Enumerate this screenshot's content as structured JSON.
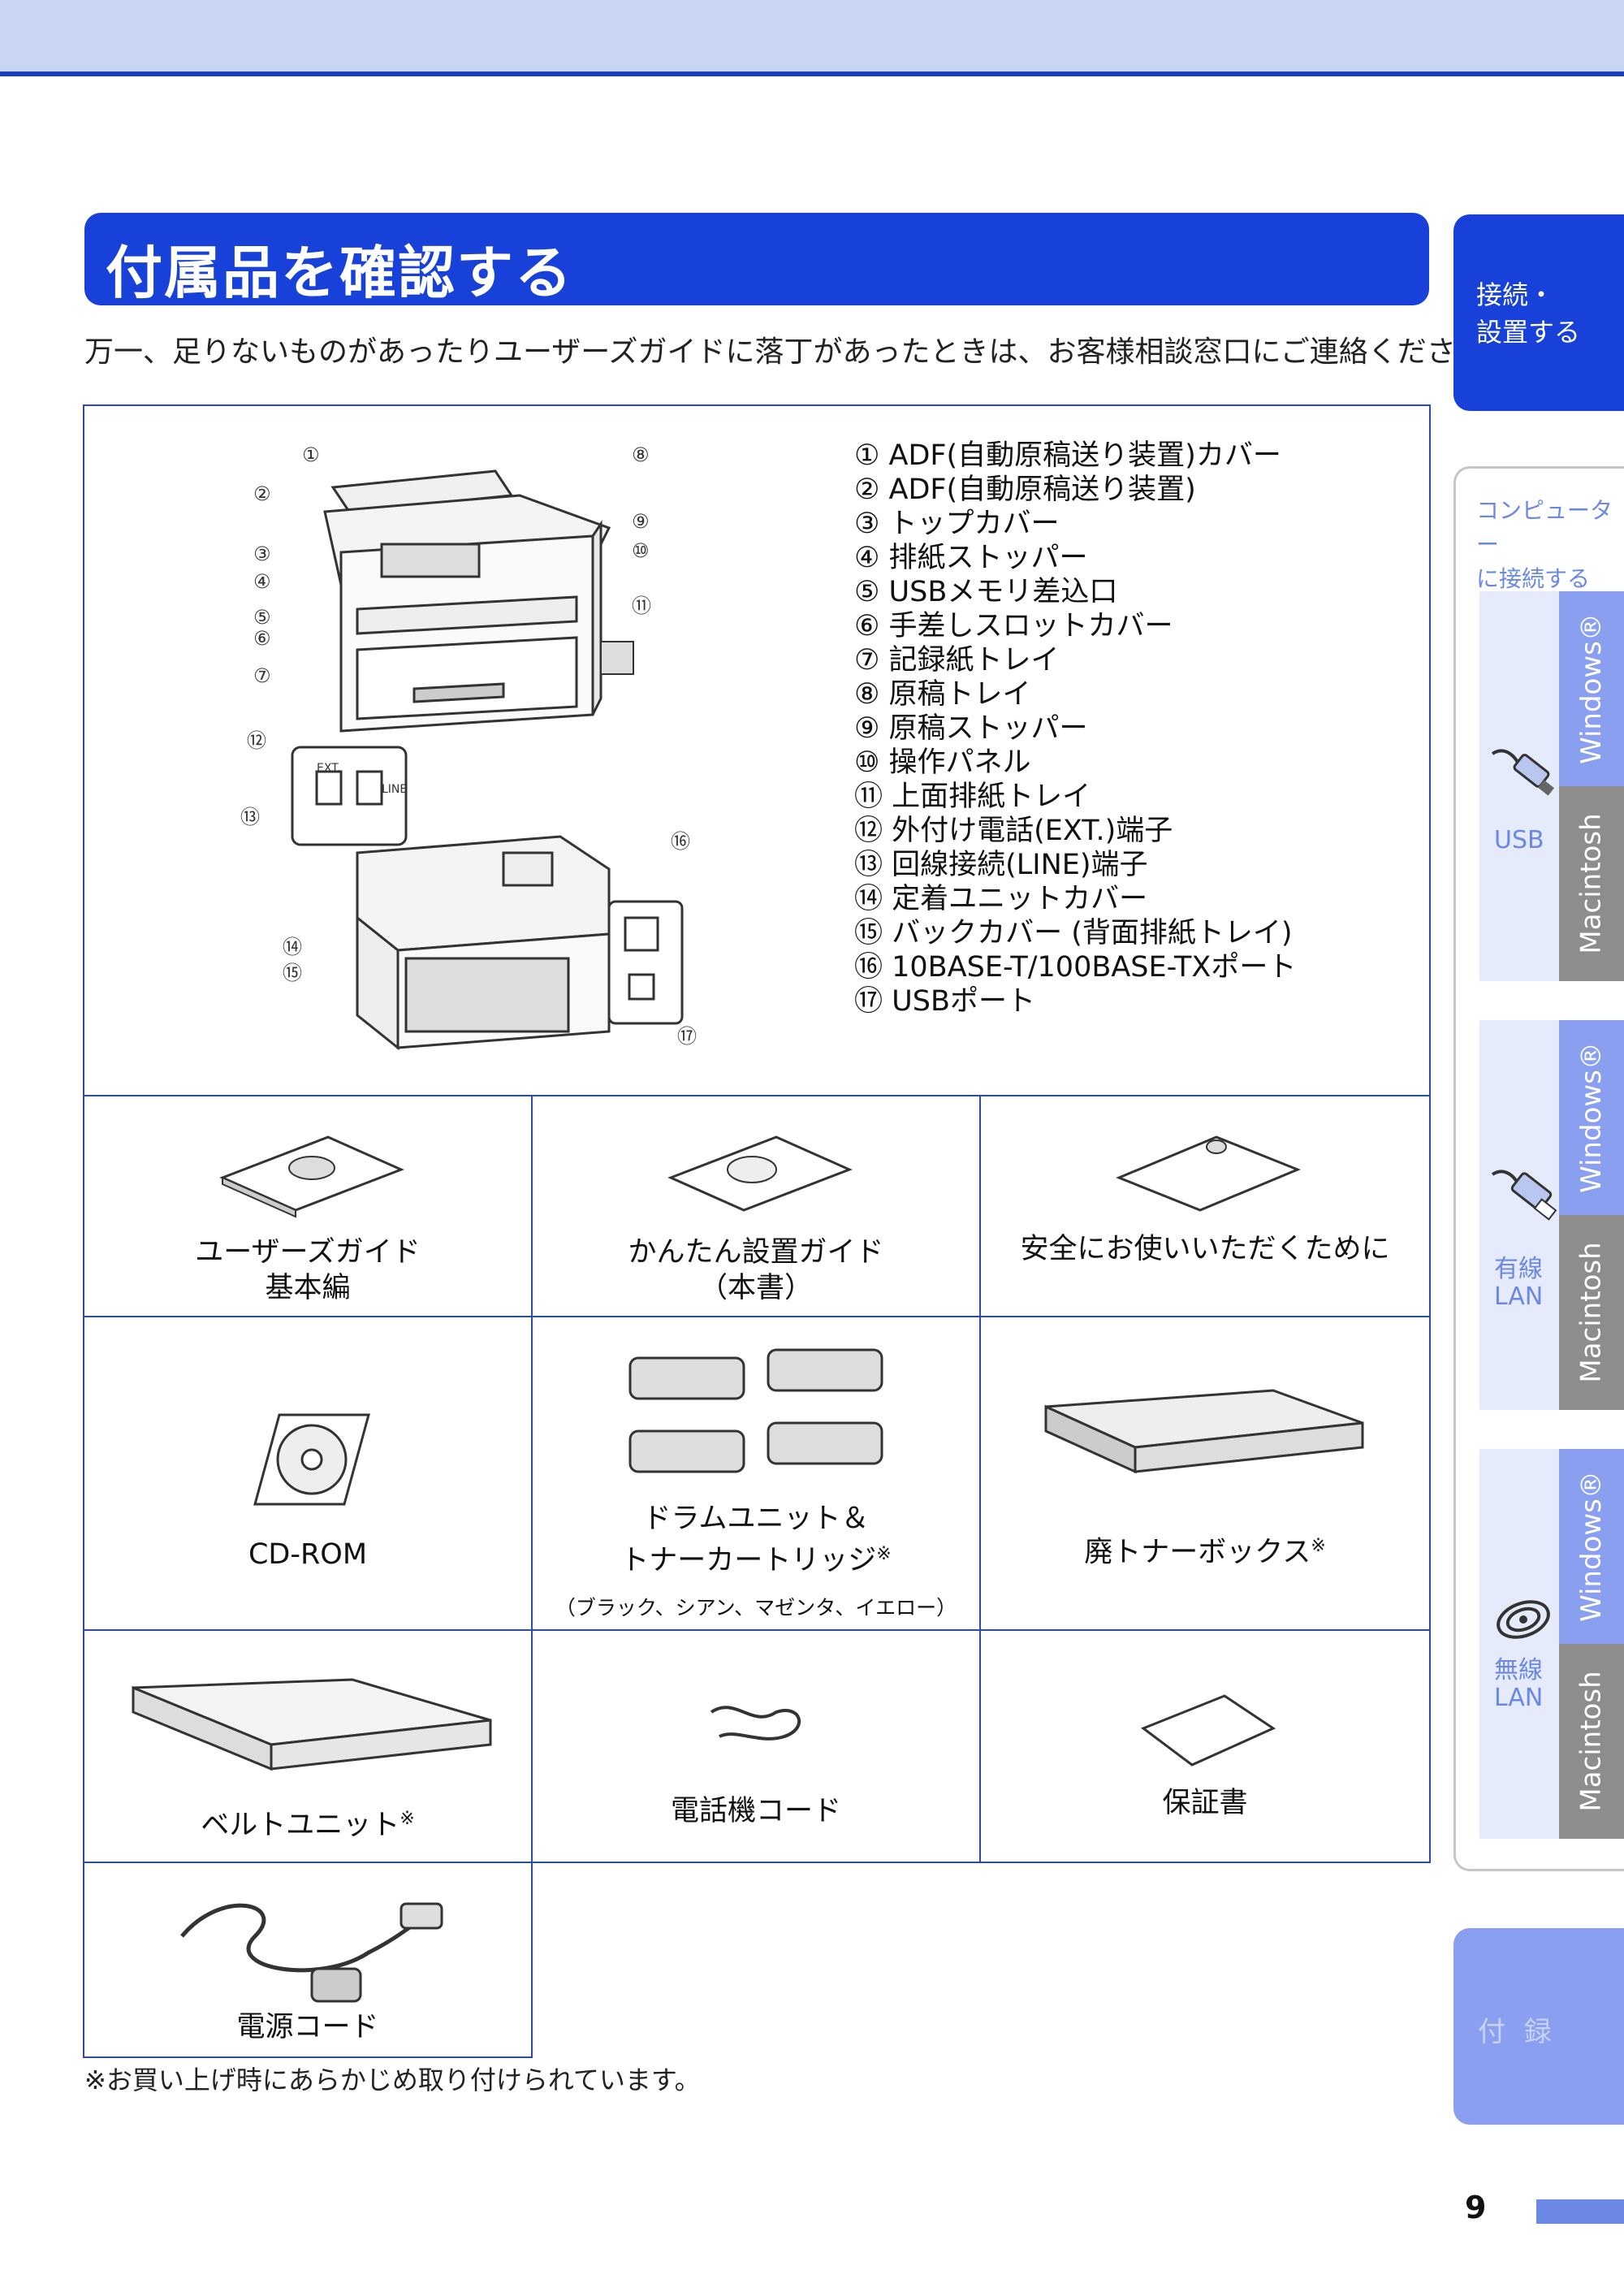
{
  "header": {
    "title": "付属品を確認する"
  },
  "intro": "万一、足りないものがあったりユーザーズガイドに落丁があったときは、お客様相談窓口にご連絡ください。",
  "nav": {
    "active_tab": [
      "接続・",
      "設置する"
    ],
    "section_title": [
      "コンピューター",
      "に接続する"
    ],
    "groups": [
      {
        "windows": "Windows®",
        "mac": "Macintosh",
        "label": [
          "USB"
        ],
        "icon": "usb-cable-icon"
      },
      {
        "windows": "Windows®",
        "mac": "Macintosh",
        "label": [
          "有線",
          "LAN"
        ],
        "icon": "ethernet-cable-icon"
      },
      {
        "windows": "Windows®",
        "mac": "Macintosh",
        "label": [
          "無線",
          "LAN"
        ],
        "icon": "wireless-icon"
      }
    ],
    "appendix": "付 録"
  },
  "diagram": {
    "callouts": [
      "①",
      "②",
      "③",
      "④",
      "⑤",
      "⑥",
      "⑦",
      "⑧",
      "⑨",
      "⑩",
      "⑪",
      "⑫",
      "⑬",
      "⑭",
      "⑮",
      "⑯",
      "⑰"
    ],
    "port_labels": {
      "ext": "EXT.",
      "line": "LINE"
    },
    "parts": [
      "① ADF(自動原稿送り装置)カバー",
      "② ADF(自動原稿送り装置)",
      "③ トップカバー",
      "④ 排紙ストッパー",
      "⑤ USBメモリ差込口",
      "⑥ 手差しスロットカバー",
      "⑦ 記録紙トレイ",
      "⑧ 原稿トレイ",
      "⑨ 原稿ストッパー",
      "⑩ 操作パネル",
      "⑪ 上面排紙トレイ",
      "⑫ 外付け電話(EXT.)端子",
      "⑬ 回線接続(LINE)端子",
      "⑭ 定着ユニットカバー",
      "⑮ バックカバー (背面排紙トレイ)",
      "⑯ 10BASE-T/100BASE-TXポート",
      "⑰ USBポート"
    ]
  },
  "items": {
    "users_guide": [
      "ユーザーズガイド",
      "基本編"
    ],
    "setup_guide": [
      "かんたん設置ガイド",
      "（本書）"
    ],
    "safety": "安全にお使いいただくために",
    "cdrom": "CD-ROM",
    "drum": [
      "ドラムユニット＆",
      "トナーカートリッジ"
    ],
    "drum_colors": "（ブラック、シアン、マゼンタ、イエロー）",
    "waste_toner": "廃トナーボックス",
    "belt": "ベルトユニット",
    "phone_cord": "電話機コード",
    "warranty": "保証書",
    "power_cord": "電源コード",
    "mark": "※"
  },
  "footnote": "※お買い上げ時にあらかじめ取り付けられています。",
  "page_number": "9",
  "colors": {
    "accent": "#1741d8",
    "nav_light": "#8b9ff0",
    "nav_gray": "#8d8d8d",
    "band": "#c8d5f5"
  }
}
